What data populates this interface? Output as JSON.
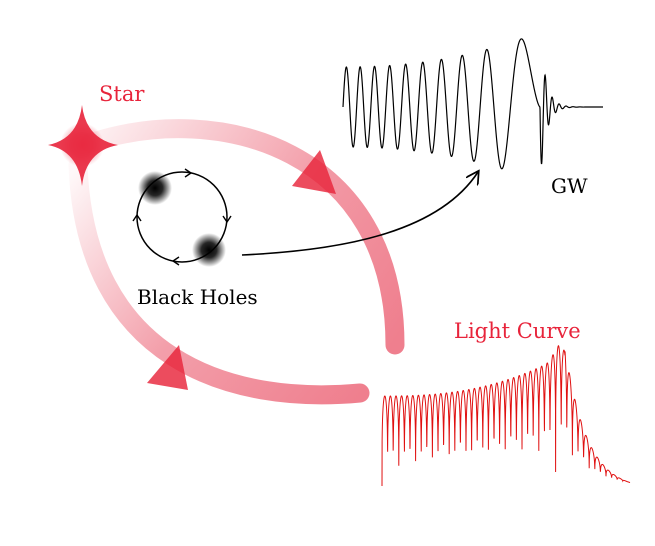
{
  "labels": {
    "star": "Star",
    "black_holes": "Black Holes",
    "gw": "GW",
    "light_curve": "Light Curve"
  },
  "colors": {
    "red": "#e8243b",
    "loop": "#ef7f8e",
    "lightcurve": "#e01010",
    "black": "#000000"
  },
  "icons": {
    "star": "four-point-star-icon",
    "black_hole": "black-hole-icon",
    "orbit_arrow": "orbit-arrow-icon"
  }
}
